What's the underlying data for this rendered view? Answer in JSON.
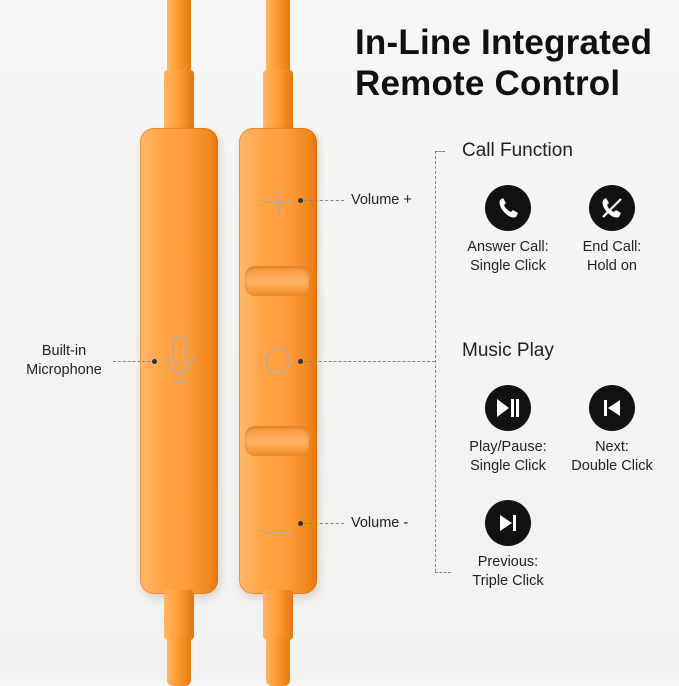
{
  "title": {
    "line1": "In-Line Integrated",
    "line2": "Remote Control"
  },
  "remote": {
    "volume_up_label": "Volume +",
    "volume_down_label": "Volume -",
    "microphone_label_line1": "Built-in",
    "microphone_label_line2": "Microphone"
  },
  "call_function": {
    "heading": "Call Function",
    "items": [
      {
        "icon": "phone-answer-icon",
        "line1": "Answer Call:",
        "line2": "Single Click"
      },
      {
        "icon": "phone-end-icon",
        "line1": "End Call:",
        "line2": "Hold on"
      }
    ]
  },
  "music_play": {
    "heading": "Music Play",
    "items": [
      {
        "icon": "play-pause-icon",
        "line1": "Play/Pause:",
        "line2": "Single Click"
      },
      {
        "icon": "previous-track-icon",
        "line1": "Next:",
        "line2": "Double Click"
      },
      {
        "icon": "next-track-icon",
        "line1": "Previous:",
        "line2": "Triple Click"
      }
    ]
  },
  "colors": {
    "cable_orange": "#ff9d33",
    "icon_circle": "#111111",
    "background": "#f4f4f3"
  }
}
